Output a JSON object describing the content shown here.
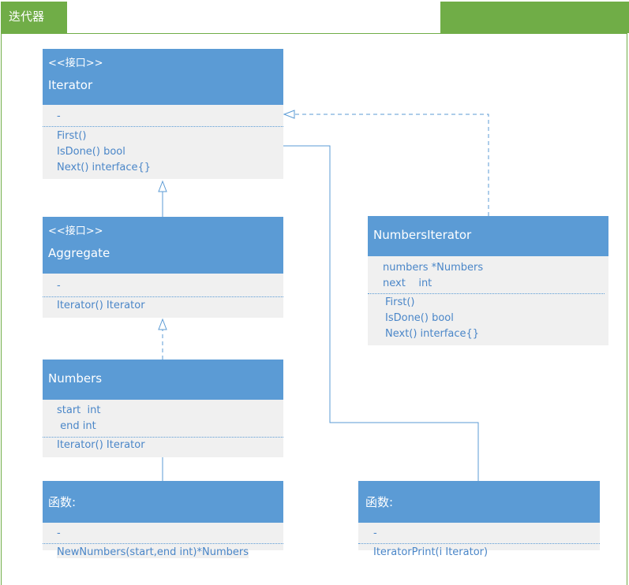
{
  "header": {
    "title": "迭代器"
  },
  "classes": {
    "iterator": {
      "stereotype": "<<接口>>",
      "name": "Iterator",
      "fields": [
        "-"
      ],
      "methods": [
        "First()",
        "IsDone() bool",
        "Next() interface{}"
      ]
    },
    "aggregate": {
      "stereotype": "<<接口>>",
      "name": "Aggregate",
      "fields": [
        "-"
      ],
      "methods": [
        "Iterator() Iterator"
      ]
    },
    "numbers": {
      "name": "Numbers",
      "fields": [
        "start  int",
        " end int"
      ],
      "methods": [
        "Iterator() Iterator"
      ]
    },
    "numbers_iterator": {
      "name": "NumbersIterator",
      "fields": [
        "numbers *Numbers",
        "next    int"
      ],
      "methods": [
        "First()",
        "IsDone() bool",
        "Next() interface{}"
      ]
    },
    "funcs_left": {
      "name": "函数:",
      "fields": [
        "-"
      ],
      "methods": [
        "NewNumbers(start,end int)*Numbers"
      ]
    },
    "funcs_right": {
      "name": "函数:",
      "fields": [
        "-"
      ],
      "methods": [
        "IteratorPrint(i Iterator)"
      ]
    }
  },
  "colors": {
    "accent_green": "#70ad47",
    "header_blue": "#5b9bd5",
    "body_gray": "#f0f0f0",
    "text_blue": "#4a86c8"
  }
}
